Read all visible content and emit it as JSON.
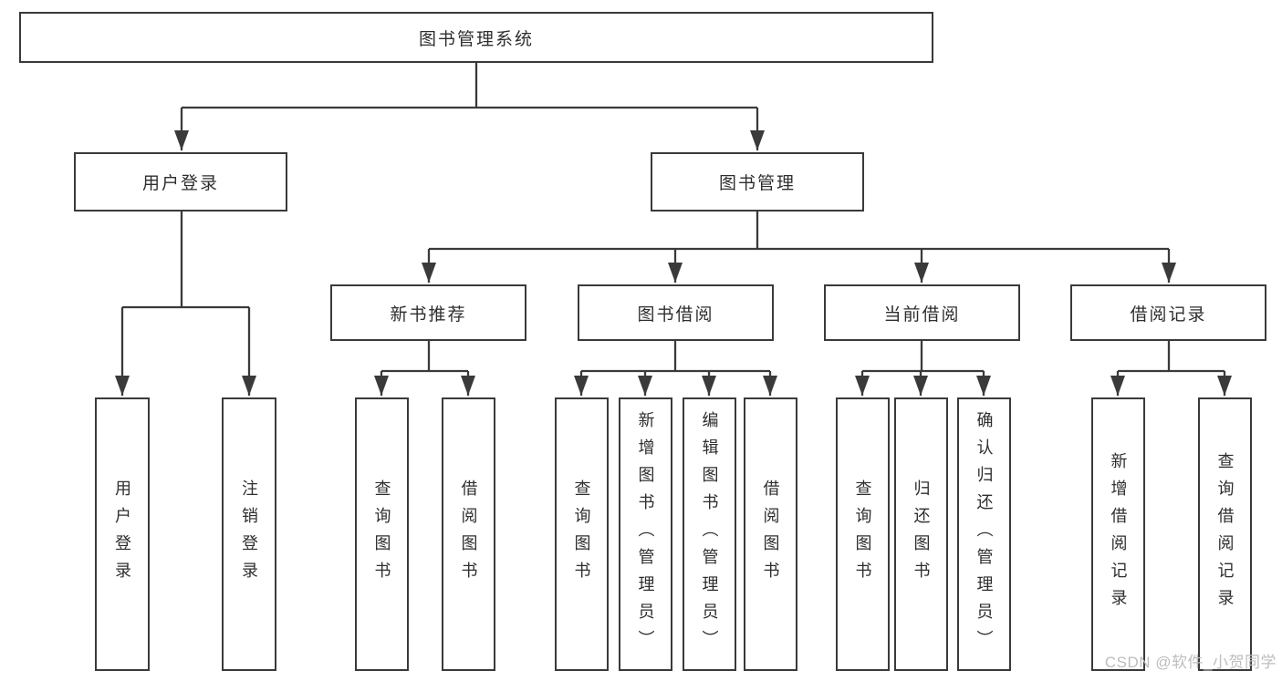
{
  "diagram_type": "functional-structure-tree",
  "colors": {
    "line": "#3a3a3a",
    "box_border": "#3a3a3a",
    "text": "#2e2e2e",
    "watermark": "#bdbdbd",
    "background": "#ffffff"
  },
  "tree": {
    "label": "图书管理系统",
    "children": [
      {
        "label": "用户登录",
        "children": [
          {
            "label": "用户登录"
          },
          {
            "label": "注销登录"
          }
        ]
      },
      {
        "label": "图书管理",
        "children": [
          {
            "label": "新书推荐",
            "children": [
              {
                "label": "查询图书"
              },
              {
                "label": "借阅图书"
              }
            ]
          },
          {
            "label": "图书借阅",
            "children": [
              {
                "label": "查询图书"
              },
              {
                "label": "新增图书（管理员）"
              },
              {
                "label": "编辑图书（管理员）"
              },
              {
                "label": "借阅图书"
              }
            ]
          },
          {
            "label": "当前借阅",
            "children": [
              {
                "label": "查询图书"
              },
              {
                "label": "归还图书"
              },
              {
                "label": "确认归还（管理员）"
              }
            ]
          },
          {
            "label": "借阅记录",
            "children": [
              {
                "label": "新增借阅记录"
              },
              {
                "label": "查询借阅记录"
              }
            ]
          }
        ]
      }
    ]
  },
  "watermark": {
    "text": "CSDN @软件_小贺同学"
  }
}
